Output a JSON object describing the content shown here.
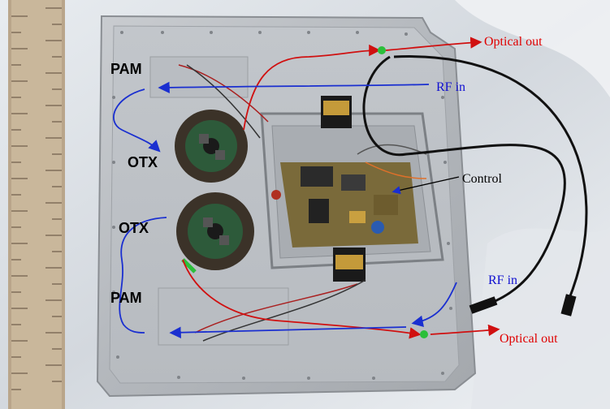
{
  "labels": {
    "pam_top": "PAM",
    "otx_top": "OTX",
    "otx_bottom": "OTX",
    "pam_bottom": "PAM",
    "optical_out_top": "Optical out",
    "rf_in_top": "RF in",
    "control": "Control",
    "rf_in_bottom": "RF in",
    "optical_out_bottom": "Optical out"
  },
  "colors": {
    "optical_label": "#e00000",
    "rf_label": "#1010d0",
    "optical_path": "#d01010",
    "rf_path": "#1a2fd0"
  }
}
